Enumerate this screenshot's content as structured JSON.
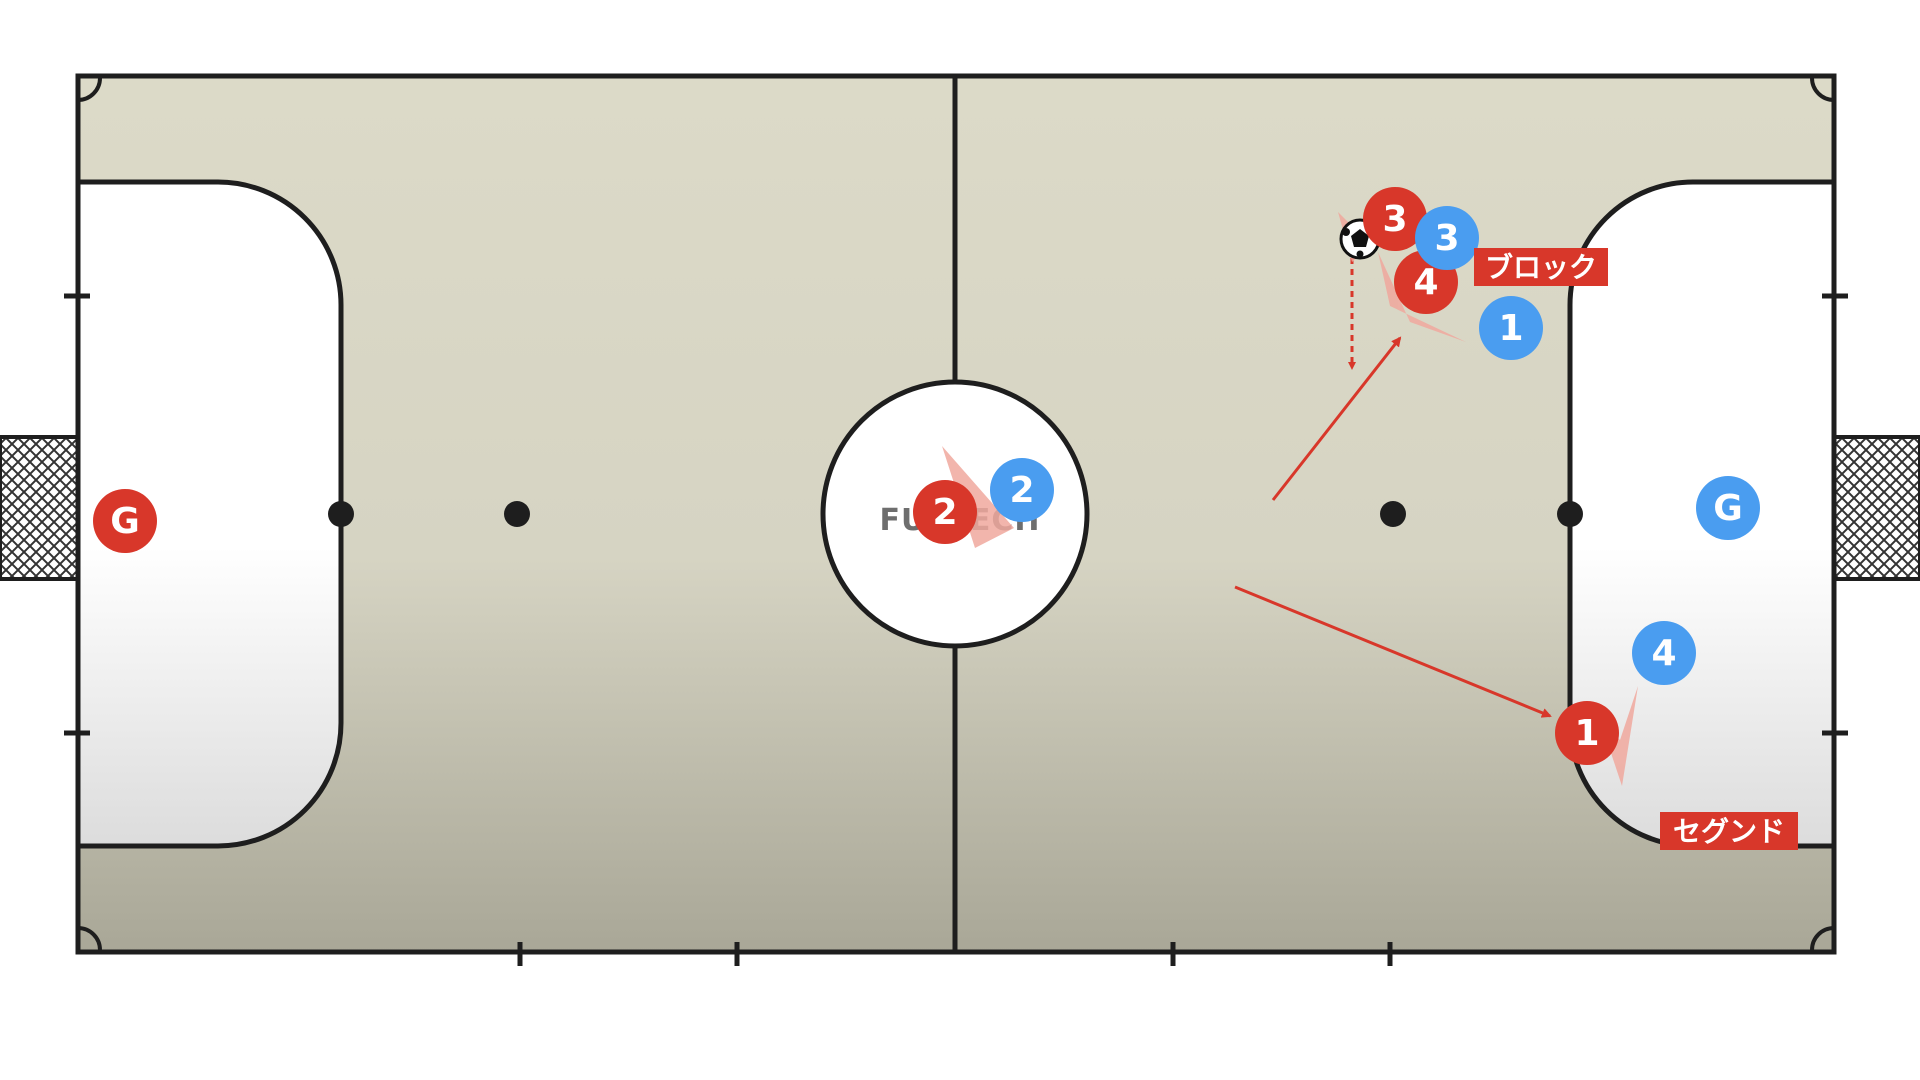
{
  "colors": {
    "court": "#dcdac8",
    "court_shadow": "#a9a797",
    "line": "#1e1e1e",
    "red_team": "#d8372a",
    "blue_team": "#4a9df0",
    "arrow": "#d8372a",
    "callout_bg": "#d8372a"
  },
  "watermark": {
    "text": "FUTTECH"
  },
  "players": {
    "red_gk": {
      "label": "G"
    },
    "red_1": {
      "label": "1"
    },
    "red_2": {
      "label": "2"
    },
    "red_3": {
      "label": "3"
    },
    "red_4": {
      "label": "4"
    },
    "blue_gk": {
      "label": "G"
    },
    "blue_1": {
      "label": "1"
    },
    "blue_2": {
      "label": "2"
    },
    "blue_3": {
      "label": "3"
    },
    "blue_4": {
      "label": "4"
    }
  },
  "callouts": {
    "block": "ブロック",
    "second": "セグンド"
  },
  "icons": {
    "ball": "soccer-ball-icon",
    "goal_left": "goal-net-icon",
    "goal_right": "goal-net-icon"
  }
}
